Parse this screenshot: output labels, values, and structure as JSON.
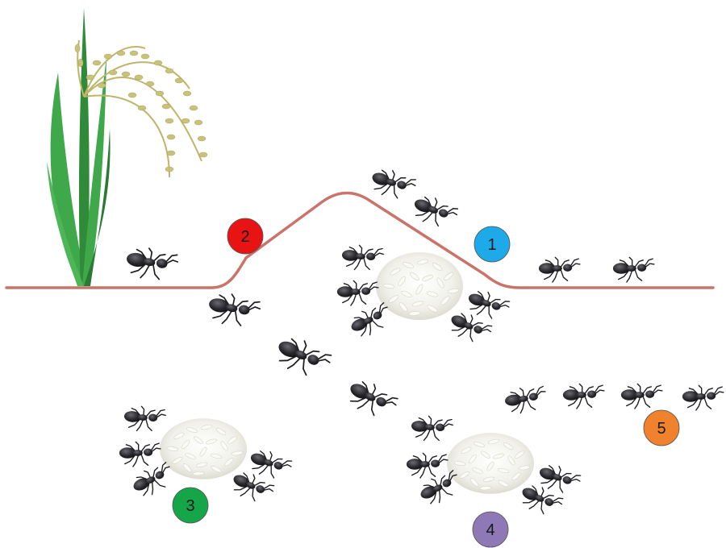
{
  "colors": {
    "ground_line": "#c9736a",
    "ant_body": "#2a2a2e",
    "ant_highlight": "#6a6a72",
    "rice_pile": "#efefe8",
    "rice_grain": "#fbfbf6",
    "rice_stem": "#2f8a3a",
    "rice_leaf": "#3fa84a",
    "rice_grain_head": "#c9c27a"
  },
  "icons": {
    "plant": "rice-plant-icon",
    "ant": "ant-icon",
    "food": "rice-pile-icon"
  },
  "badges": [
    {
      "label": "1",
      "color": "#1ea9e8"
    },
    {
      "label": "2",
      "color": "#e81414"
    },
    {
      "label": "3",
      "color": "#16a64a"
    },
    {
      "label": "4",
      "color": "#8e79b6"
    },
    {
      "label": "5",
      "color": "#f0822e"
    }
  ]
}
